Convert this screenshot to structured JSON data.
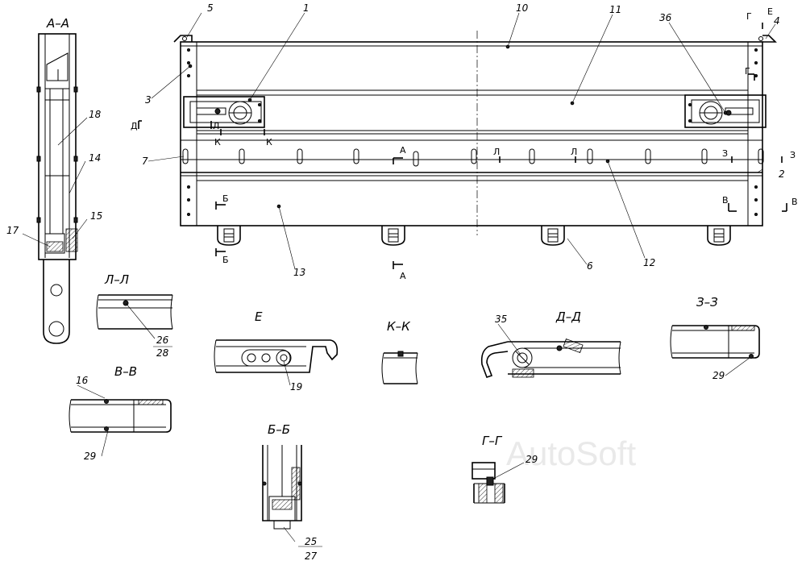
{
  "watermark": "AutoSoft",
  "callouts": {
    "c1": "1",
    "c2": "2",
    "c3": "3",
    "c4": "4",
    "c5": "5",
    "c6": "6",
    "c7": "7",
    "c10": "10",
    "c11": "11",
    "c12": "12",
    "c13": "13",
    "c14": "14",
    "c15": "15",
    "c16": "16",
    "c17": "17",
    "c18": "18",
    "c19": "19",
    "c25": "25",
    "c26": "26",
    "c27": "27",
    "c28": "28",
    "c29a": "29",
    "c29b": "29",
    "c29c": "29",
    "c35": "35",
    "c36": "36"
  },
  "section_titles": {
    "aa": "А–А",
    "ll": "Л–Л",
    "vv": "В–В",
    "e": "Е",
    "kk": "К–К",
    "dd": "Д–Д",
    "zz": "З–З",
    "bb": "Б–Б",
    "gg": "Г–Г"
  },
  "cut_marks": {
    "a_top": "А",
    "a_bottom": "А",
    "b_top": "Б",
    "b_bottom": "Б",
    "v_left": "В",
    "v_right": "В",
    "g_top": "Г",
    "g_mid": "Г",
    "e_top": "Е",
    "d_left": "Д",
    "k_left": "К",
    "k_right": "К",
    "l_left": "Л",
    "l_right": "Л",
    "l_top": "Л",
    "z_left": "З",
    "z_right": "З"
  }
}
